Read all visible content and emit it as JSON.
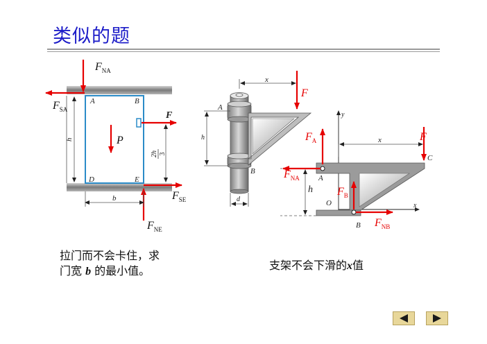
{
  "slide": {
    "title": "类似的题",
    "title_color": "#1c1cc8",
    "caption_left_line1": "拉门而不会卡住，求",
    "caption_left_line2_pre": "门宽 ",
    "caption_left_var": "b",
    "caption_left_line2_post": " 的最小值。",
    "caption_right_pre": "支架不会下滑的",
    "caption_right_var": "x",
    "caption_right_post": "值"
  },
  "colors": {
    "force": "#e60000",
    "door_edge": "#2a8bc8",
    "beam": "#8c8c8c",
    "frame": "#9b9b9b"
  },
  "fig_door": {
    "label_FNA_main": "F",
    "label_FNA_sub": "NA",
    "label_FSA_main": "F",
    "label_FSA_sub": "SA",
    "label_FSE_main": "F",
    "label_FSE_sub": "SE",
    "label_FNE_main": "F",
    "label_FNE_sub": "NE",
    "label_F": "F",
    "label_P": "P",
    "corner_A": "A",
    "corner_B": "B",
    "corner_D": "D",
    "corner_E": "E",
    "dim_h": "h",
    "dim_b": "b",
    "dim_2h_num": "2h",
    "dim_2h_den": "3"
  },
  "fig_bracket_3d": {
    "dim_x": "x",
    "label_F": "F",
    "label_A": "A",
    "label_B": "B",
    "dim_h": "h",
    "dim_d": "d"
  },
  "fig_bracket_fbd": {
    "axis_y": "y",
    "axis_x": "x",
    "dim_x": "x",
    "label_F": "F",
    "label_FA_main": "F",
    "label_FA_sub": "A",
    "label_FNA_main": "F",
    "label_FNA_sub": "NA",
    "label_FB_main": "F",
    "label_FB_sub": "B",
    "label_FNB_main": "F",
    "label_FNB_sub": "NB",
    "point_A": "A",
    "point_B": "B",
    "point_C": "C",
    "point_O": "O",
    "dim_h": "h"
  },
  "nav": {
    "prev_icon": "triangle-left-icon",
    "next_icon": "triangle-right-icon"
  }
}
